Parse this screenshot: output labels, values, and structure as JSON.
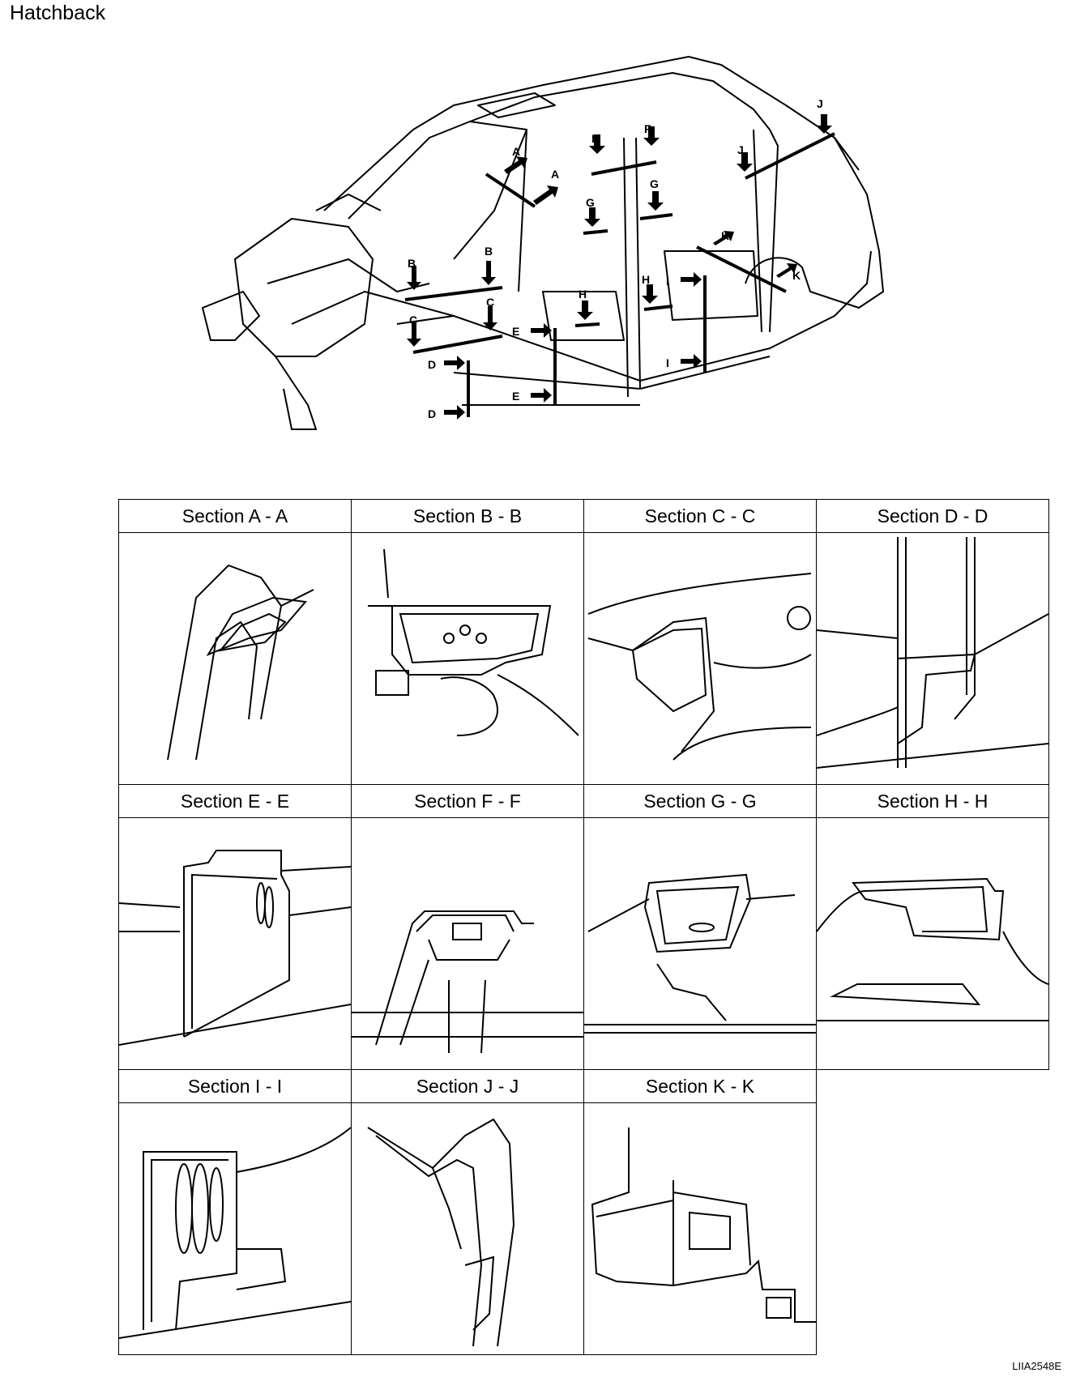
{
  "page_title": "Hatchback",
  "doc_code": "LIIA2548E",
  "markers": [
    "A",
    "A",
    "B",
    "B",
    "C",
    "C",
    "D",
    "D",
    "E",
    "E",
    "F",
    "F",
    "G",
    "G",
    "H",
    "H",
    "I",
    "I",
    "J",
    "J",
    "K",
    "K"
  ],
  "sections": [
    {
      "id": "A",
      "title": "Section A - A"
    },
    {
      "id": "B",
      "title": "Section B - B"
    },
    {
      "id": "C",
      "title": "Section C - C"
    },
    {
      "id": "D",
      "title": "Section D - D"
    },
    {
      "id": "E",
      "title": "Section E - E"
    },
    {
      "id": "F",
      "title": "Section F - F"
    },
    {
      "id": "G",
      "title": "Section G - G"
    },
    {
      "id": "H",
      "title": "Section H - H"
    },
    {
      "id": "I",
      "title": "Section I - I"
    },
    {
      "id": "J",
      "title": "Section J - J"
    },
    {
      "id": "K",
      "title": "Section K - K"
    }
  ]
}
